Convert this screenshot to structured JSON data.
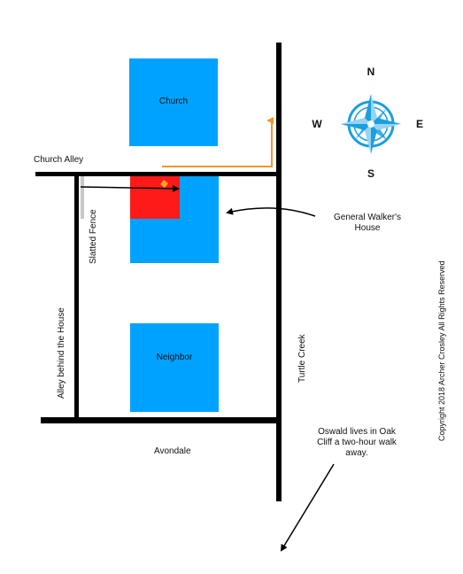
{
  "buildings": {
    "church": {
      "label": "Church",
      "color": "#00a2ff"
    },
    "walker_house": {
      "label": "",
      "color": "#00a2ff"
    },
    "neighbor": {
      "label": "Neighbor",
      "color": "#00a2ff"
    }
  },
  "highlight": {
    "color": "#ff1a1a"
  },
  "streets": {
    "church_alley": "Church Alley",
    "avondale": "Avondale",
    "turtle_creek": "Turtle Creek",
    "alley_behind": "Alley behind the House",
    "slatted_fence": "Slatted Fence"
  },
  "annotations": {
    "general_walker_line1": "General Walker's",
    "general_walker_line2": "House",
    "oswald_line1": "Oswald lives in Oak",
    "oswald_line2": "Cliff a two-hour walk",
    "oswald_line3": "away."
  },
  "compass": {
    "n": "N",
    "s": "S",
    "e": "E",
    "w": "W",
    "color": "#1a9fe0"
  },
  "copyright": "Copyright 2018   Archer Crosley   All Rights Reserved",
  "route_color": "#f0962a"
}
